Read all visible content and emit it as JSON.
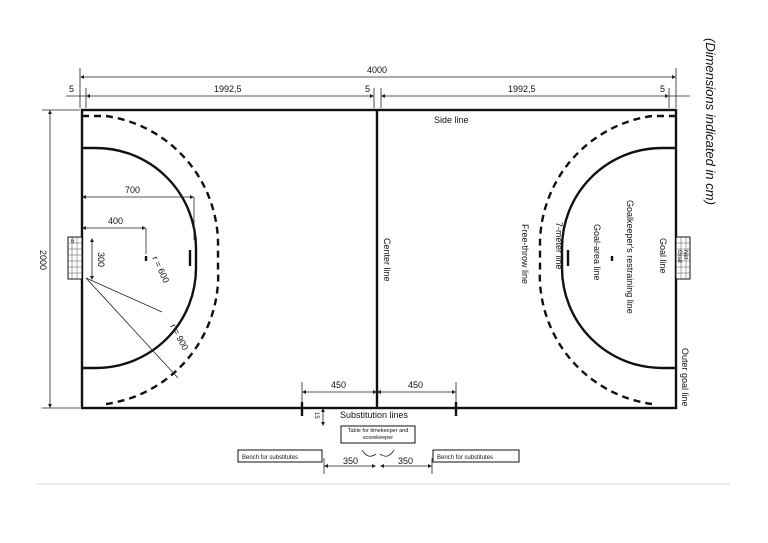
{
  "title": "(Dimensions indicated in cm)",
  "dimensions": {
    "total_length": "4000",
    "half_length": "1992,5",
    "line_width": "5",
    "width": "2000",
    "free_throw_radius": "r = 900",
    "goal_area_radius": "r = 600",
    "free_throw_distance": "700",
    "goalkeeper_line_distance": "400",
    "goal_post_offset": "300",
    "goal_width_small": "6",
    "substitution_zone": "450",
    "substitution_line_extent": "15",
    "bench_offset": "350"
  },
  "labels": {
    "side_line": "Side line",
    "center_line": "Center line",
    "goal_line": "Goal line",
    "goalkeeper_restraining_line": "Goalkeeper's restraining line",
    "goal_area_line": "Goal-area line",
    "seven_meter_line": "7-meter line",
    "free_throw_line": "Free-throw line",
    "outer_goal_line": "Outer goal line",
    "net": "Net",
    "goal": "Goal",
    "substitution_lines": "Substitution lines",
    "timekeeper_table": "Table for timekeeper and scorekeeper",
    "bench_left": "Bench for substitutes",
    "bench_right": "Bench for substitutes"
  }
}
